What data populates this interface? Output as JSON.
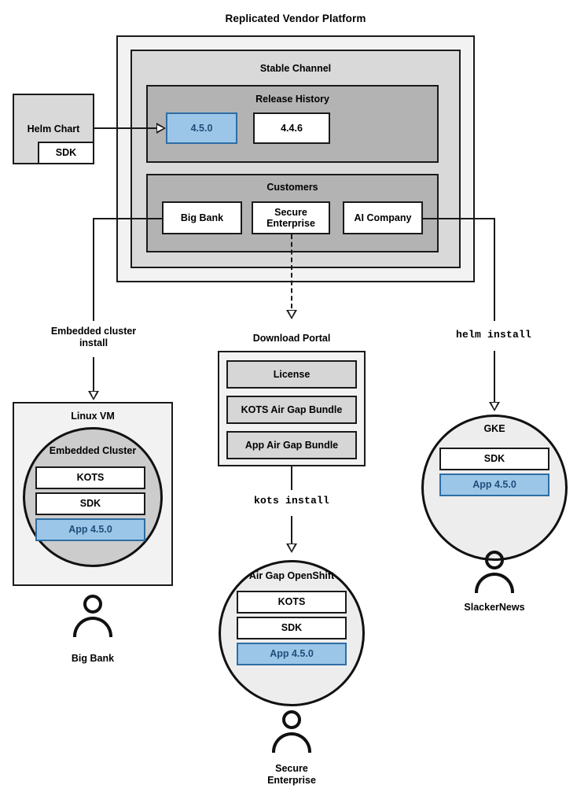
{
  "diagram": {
    "title": "Replicated Vendor Platform",
    "platform": {
      "stable_channel": {
        "label": "Stable Channel",
        "release_history": {
          "label": "Release History",
          "releases": [
            {
              "version": "4.5.0",
              "state": "current"
            },
            {
              "version": "4.4.6",
              "state": "previous"
            }
          ]
        },
        "customers": {
          "label": "Customers",
          "items": [
            {
              "name": "Big Bank"
            },
            {
              "name": "Secure\nEnterprise"
            },
            {
              "name": "AI Company"
            }
          ]
        }
      }
    },
    "source": {
      "helm_chart": {
        "label": "Helm Chart",
        "sdk_label": "SDK"
      }
    },
    "edges": {
      "embedded_cluster_install": "Embedded cluster\ninstall",
      "kots_install": "kots install",
      "helm_install": "helm install"
    },
    "download_portal": {
      "label": "Download Portal",
      "artifacts": [
        {
          "name": "License"
        },
        {
          "name": "KOTS Air Gap Bundle"
        },
        {
          "name": "App Air Gap Bundle"
        }
      ]
    },
    "targets": [
      {
        "id": "linux-vm",
        "label": "Linux VM",
        "inner_label": "Embedded Cluster",
        "components": [
          {
            "name": "KOTS",
            "style": "white"
          },
          {
            "name": "SDK",
            "style": "white"
          },
          {
            "name": "App 4.5.0",
            "style": "blue"
          }
        ],
        "customer": "Big Bank"
      },
      {
        "id": "air-gap-openshift",
        "label": "Air Gap OpenShift",
        "components": [
          {
            "name": "KOTS",
            "style": "white"
          },
          {
            "name": "SDK",
            "style": "white"
          },
          {
            "name": "App 4.5.0",
            "style": "blue"
          }
        ],
        "customer": "Secure\nEnterprise"
      },
      {
        "id": "gke",
        "label": "GKE",
        "components": [
          {
            "name": "SDK",
            "style": "white"
          },
          {
            "name": "App 4.5.0",
            "style": "blue"
          }
        ],
        "customer": "SlackerNews"
      }
    ],
    "colors": {
      "accent_blue_fill": "#9cc6e8",
      "accent_blue_border": "#2e6da4",
      "accent_blue_text": "#1f4e79",
      "container_level1": "#f2f2f2",
      "container_level2": "#d9d9d9",
      "container_level3": "#b3b3b3",
      "artifact_gray": "#d6d6d6",
      "stroke": "#1a1a1a"
    }
  }
}
